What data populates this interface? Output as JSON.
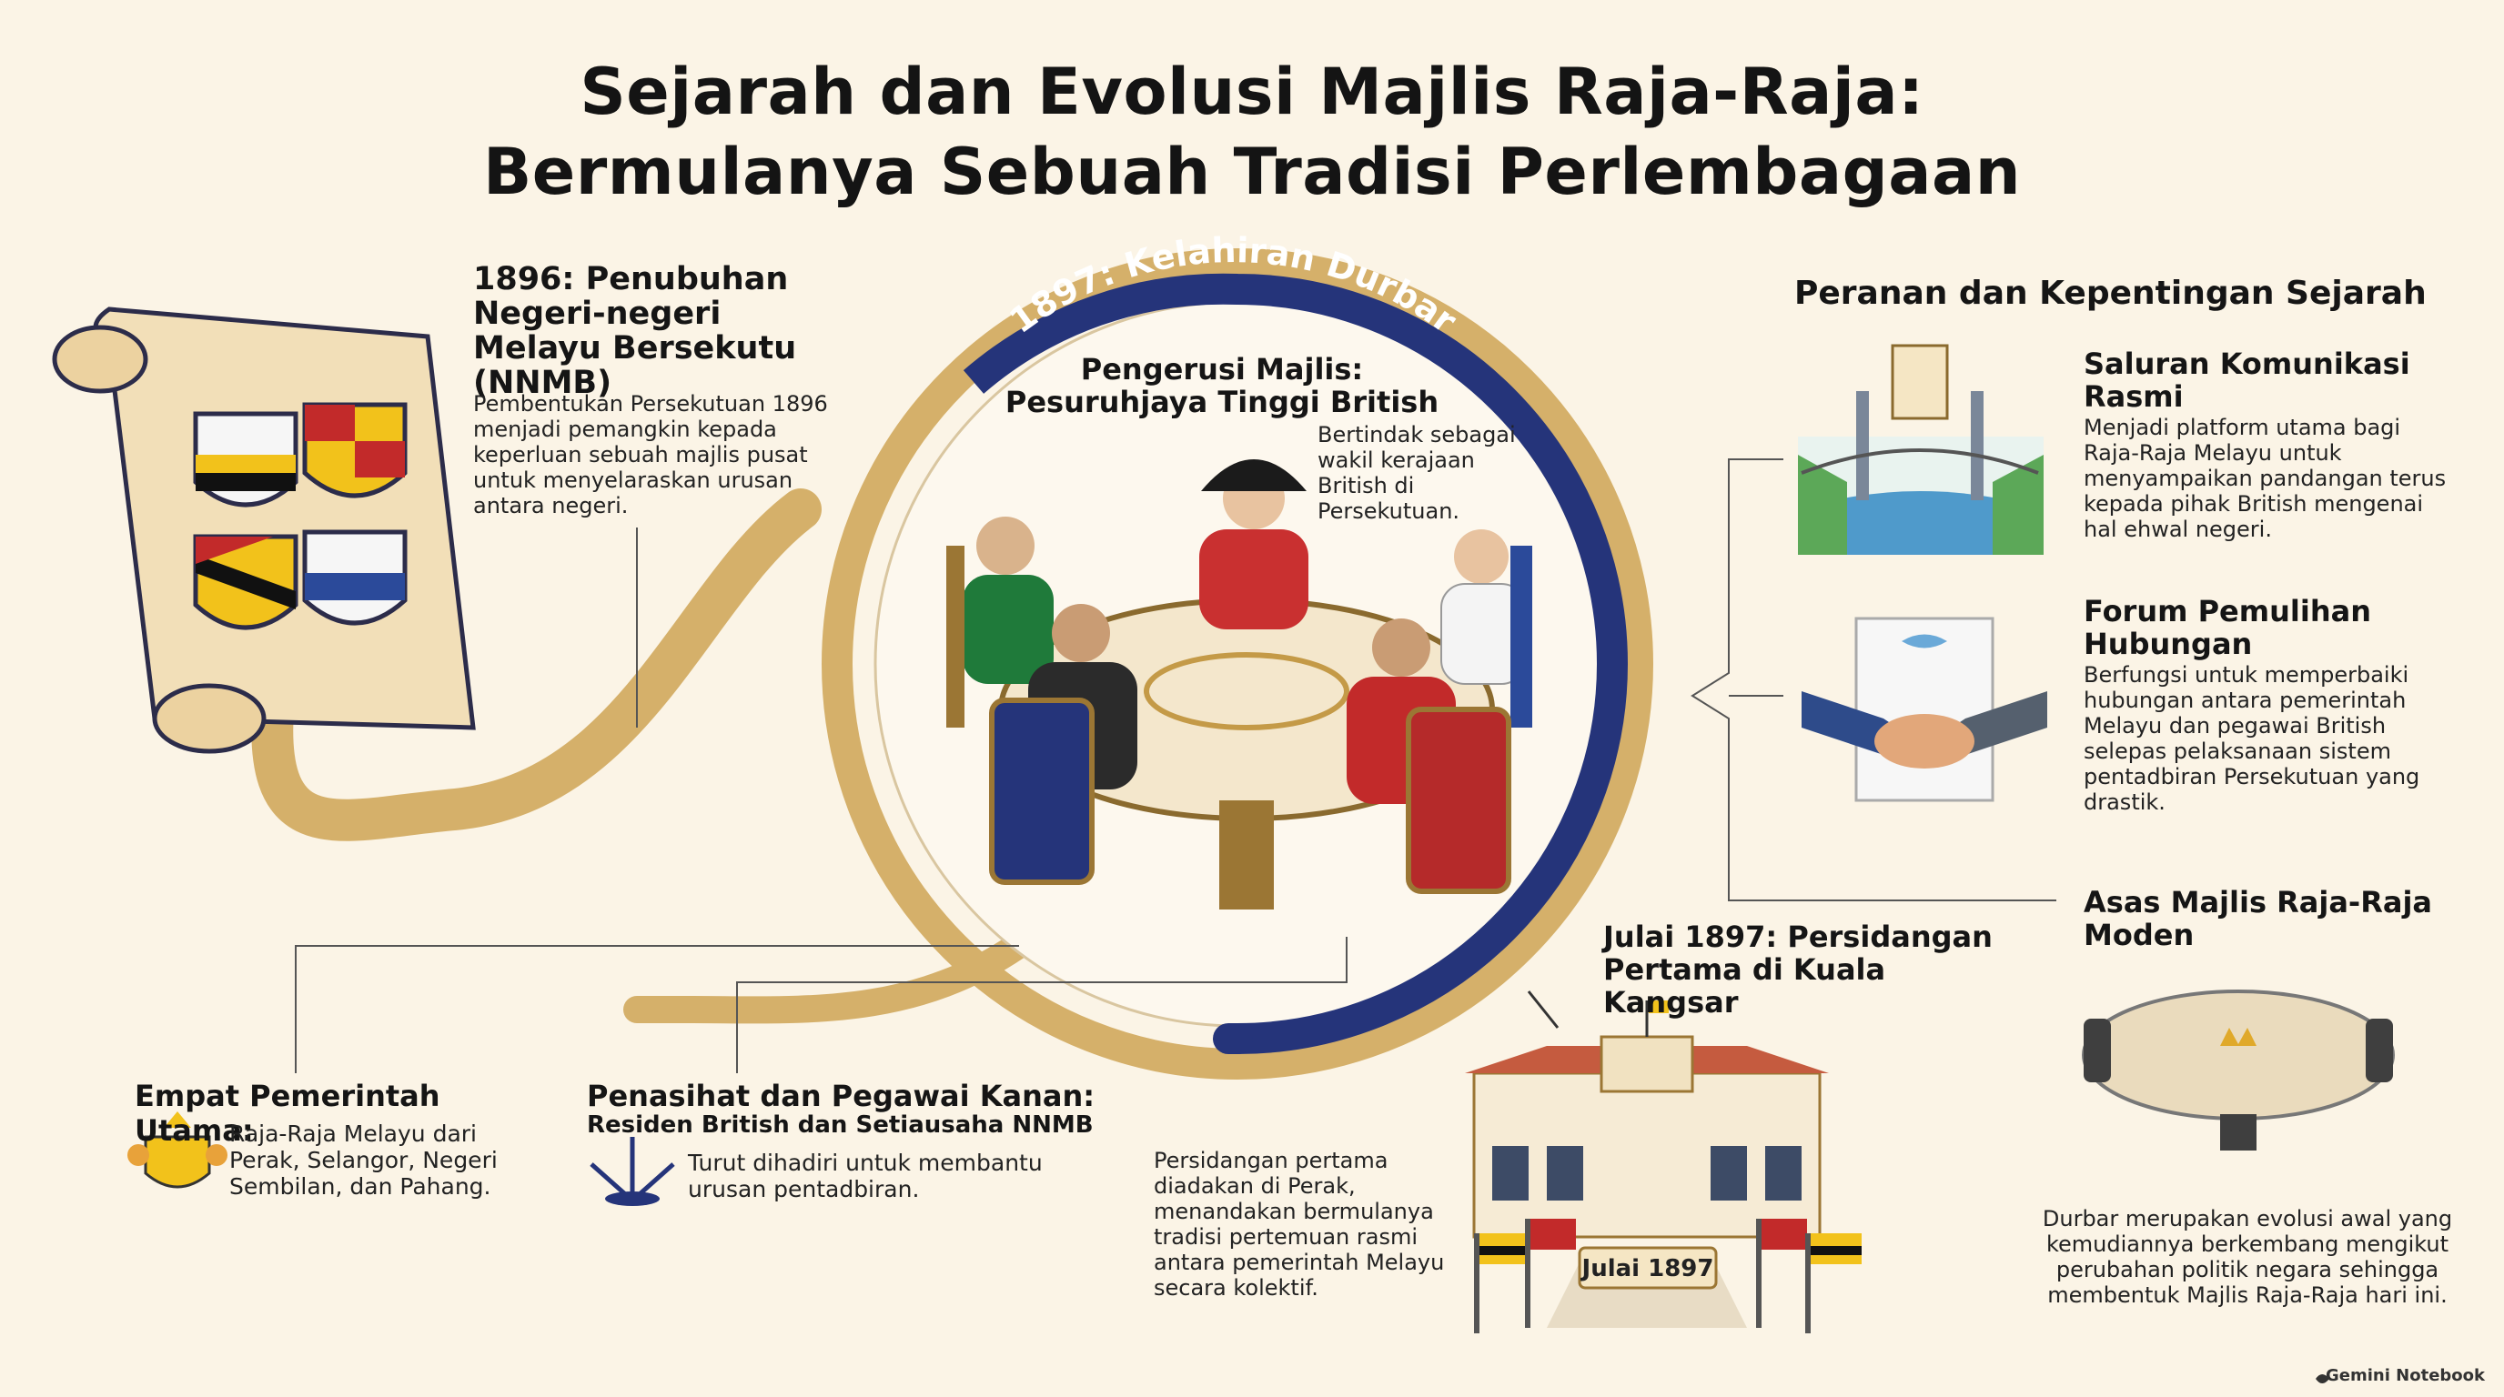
{
  "title": {
    "line1": "Sejarah dan Evolusi Majlis Raja-Raja:",
    "line2": "Bermulanya Sebuah Tradisi Perlembagaan"
  },
  "nnmb": {
    "heading": "1896: Penubuhan Negeri-negeri Melayu Bersekutu (NNMB)",
    "body": "Pembentukan Persekutuan 1896 menjadi pemangkin kepada keperluan sebuah majlis pusat untuk menyelaraskan urusan antara negeri."
  },
  "durbar": {
    "arc_label": "1897: Kelahiran Durbar",
    "chair_heading": "Pengerusi Majlis: Pesuruhjaya Tinggi British",
    "chair_body": "Bertindak sebagai wakil kerajaan British di Persekutuan."
  },
  "roles": {
    "heading": "Peranan dan Kepentingan Sejarah",
    "communication": {
      "heading": "Saluran Komunikasi Rasmi",
      "body": "Menjadi platform utama bagi Raja-Raja Melayu untuk menyampaikan pandangan terus kepada pihak British mengenai hal ehwal negeri."
    },
    "forum": {
      "heading": "Forum Pemulihan Hubungan",
      "body": "Berfungsi untuk memperbaiki hubungan antara pemerintah Melayu dan pegawai British selepas pelaksanaan sistem pentadbiran Persekutuan yang drastik."
    },
    "basis": {
      "heading": "Asas Majlis Raja-Raja Moden",
      "body": "Durbar merupakan evolusi awal yang kemudiannya berkembang mengikut perubahan politik negara sehingga membentuk Majlis Raja-Raja hari ini."
    }
  },
  "first_conference": {
    "heading": "Julai 1897: Persidangan Pertama di Kuala Kangsar",
    "banner": "Julai 1897",
    "body": "Persidangan pertama diadakan di Perak, menandakan bermulanya tradisi pertemuan rasmi antara pemerintah Melayu secara kolektif."
  },
  "rulers": {
    "heading": "Empat Pemerintah Utama:",
    "body": "Raja-Raja Melayu dari Perak, Selangor, Negeri Sembilan, dan Pahang."
  },
  "advisors": {
    "heading": "Penasihat dan Pegawai Kanan:",
    "subheading": "Residen British dan Setiausaha NNMB",
    "body": "Turut dihadiri untuk membantu urusan pentadbiran."
  },
  "watermark": "Gemini Notebook",
  "colors": {
    "background": "#fbf4e6",
    "gold": "#d5b06a",
    "navy": "#25347a",
    "green": "#1f7a3a",
    "red": "#c22a2a",
    "yellow": "#f2c21b"
  }
}
